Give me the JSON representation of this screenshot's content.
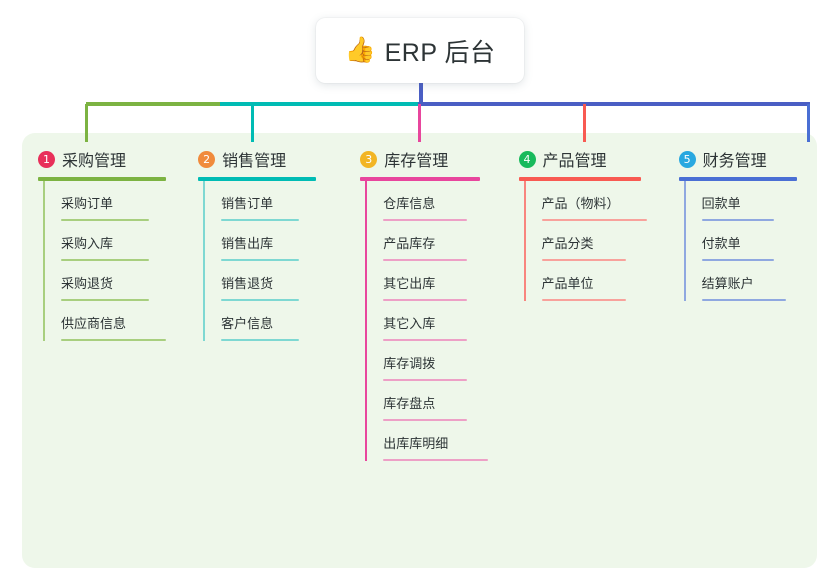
{
  "title": {
    "emoji": "👍",
    "emoji_name": "thumbs-up-icon",
    "text": "ERP 后台"
  },
  "colors": {
    "panel_bg": "#eef7ea",
    "page_bg": "#ffffff",
    "trunk": "#4a5ec4",
    "connector_green": "#7cb342",
    "connector_teal": "#00bcb4",
    "connector_blue": "#4a5ec4"
  },
  "columns": [
    {
      "number": "1",
      "title": "采购管理",
      "badge_color": "#e8305a",
      "bar_color": "#7cb342",
      "rule_color": "#a8cf7f",
      "stem_color": "#a8cf7f",
      "items": [
        "采购订单",
        "采购入库",
        "采购退货",
        "供应商信息"
      ]
    },
    {
      "number": "2",
      "title": "销售管理",
      "badge_color": "#f08b3c",
      "bar_color": "#00bcb4",
      "rule_color": "#7ed8d2",
      "stem_color": "#7ed8d2",
      "items": [
        "销售订单",
        "销售出库",
        "销售退货",
        "客户信息"
      ]
    },
    {
      "number": "3",
      "title": "库存管理",
      "badge_color": "#f2b524",
      "bar_color": "#e8469d",
      "rule_color": "#eda0c6",
      "stem_color": "#e8469d",
      "items": [
        "仓库信息",
        "产品库存",
        "其它出库",
        "其它入库",
        "库存调拨",
        "库存盘点",
        "出库库明细"
      ]
    },
    {
      "number": "4",
      "title": "产品管理",
      "badge_color": "#18ba5c",
      "bar_color": "#f85a52",
      "rule_color": "#f8a29c",
      "stem_color": "#f8857e",
      "items": [
        "产品（物料）",
        "产品分类",
        "产品单位"
      ]
    },
    {
      "number": "5",
      "title": "财务管理",
      "badge_color": "#29a8e0",
      "bar_color": "#4a6fd4",
      "rule_color": "#8fa8e0",
      "stem_color": "#8fa8e0",
      "items": [
        "回款单",
        "付款单",
        "结算账户"
      ]
    }
  ]
}
